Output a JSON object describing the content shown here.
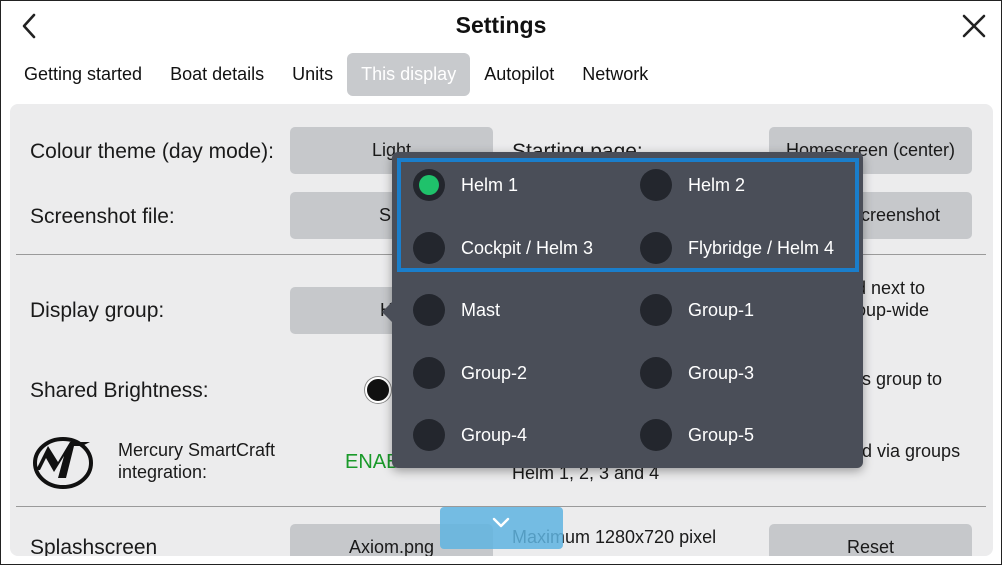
{
  "header": {
    "title": "Settings",
    "back_icon": "back-chevron-icon",
    "close_icon": "close-icon"
  },
  "tabs": [
    {
      "label": "Getting started",
      "active": false
    },
    {
      "label": "Boat details",
      "active": false
    },
    {
      "label": "Units",
      "active": false
    },
    {
      "label": "This display",
      "active": true
    },
    {
      "label": "Autopilot",
      "active": false
    },
    {
      "label": "Network",
      "active": false
    }
  ],
  "settings": {
    "colour_theme": {
      "label": "Colour theme (day mode):",
      "value": "Light"
    },
    "starting_page": {
      "label": "Starting page:",
      "value": "Homescreen (center)"
    },
    "screenshot_file": {
      "label": "Screenshot file:",
      "value": "SD",
      "action": "Screenshot"
    },
    "display_group": {
      "label": "Display group:",
      "value": "He",
      "note": "d next to\noup-wide"
    },
    "shared_brightness": {
      "label": "Shared Brightness:",
      "note": "s group to"
    },
    "mercury": {
      "label": "Mercury SmartCraft\nintegration:",
      "status": "ENAB",
      "note": "Helm 1, 2, 3 and 4",
      "note_right": "ed via groups"
    },
    "splashscreen": {
      "label": "Splashscreen",
      "value": "Axiom.png",
      "note": "Maximum 1280x720 pixel",
      "action": "Reset"
    }
  },
  "dropdown": {
    "options": [
      {
        "label": "Helm 1",
        "selected": true
      },
      {
        "label": "Helm 2",
        "selected": false
      },
      {
        "label": "Cockpit / Helm 3",
        "selected": false
      },
      {
        "label": "Flybridge / Helm 4",
        "selected": false
      },
      {
        "label": "Mast",
        "selected": false
      },
      {
        "label": "Group-1",
        "selected": false
      },
      {
        "label": "Group-2",
        "selected": false
      },
      {
        "label": "Group-3",
        "selected": false
      },
      {
        "label": "Group-4",
        "selected": false
      },
      {
        "label": "Group-5",
        "selected": false
      }
    ]
  },
  "colors": {
    "accent": "#1a7ecb",
    "selected_radio": "#1fc26b",
    "enabled": "#1a9a2a",
    "tab_active_bg": "#c8cacd",
    "dropdown_bg": "#4a4e58"
  }
}
